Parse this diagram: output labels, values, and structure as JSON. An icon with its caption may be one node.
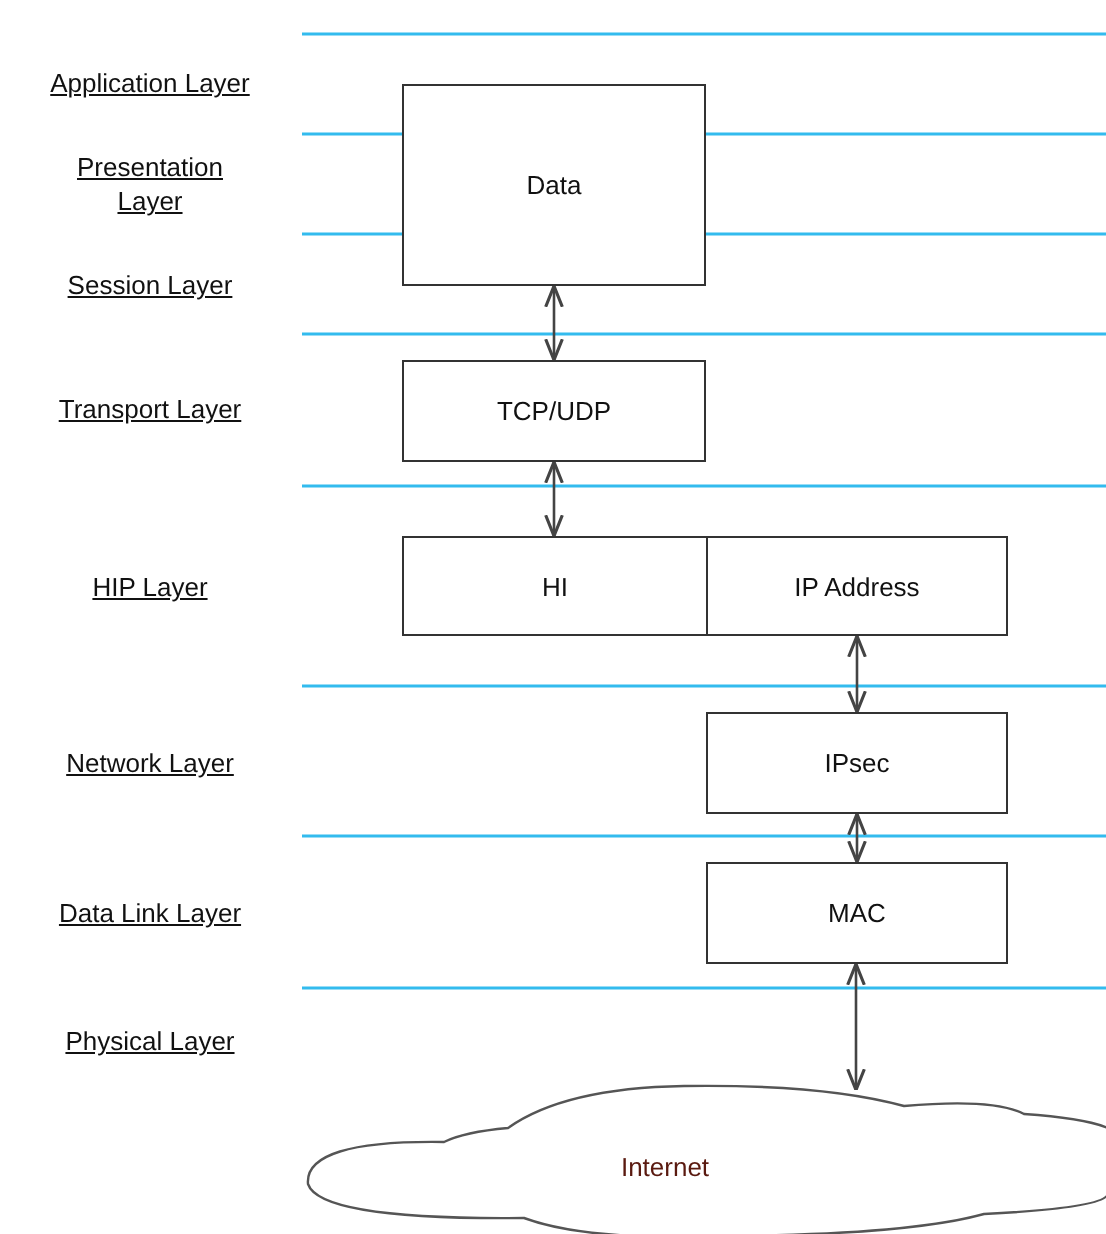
{
  "diagram": {
    "nodes": [
      {
        "text": [
          "Data"
        ]
      },
      {
        "text": [
          "TCP/UDP"
        ]
      },
      {
        "text": [
          "HI"
        ]
      },
      {
        "text": [
          "IP Address"
        ]
      },
      {
        "text": [
          "IPsec"
        ]
      },
      {
        "text": [
          "MAC"
        ]
      },
      {
        "text": [
          "Internet"
        ]
      }
    ],
    "edges": [
      {
        "from": 0,
        "to": 1,
        "arrow": "both"
      },
      {
        "from": 1,
        "to": 2,
        "arrow": "both"
      },
      {
        "from": 3,
        "to": 4,
        "arrow": "both"
      },
      {
        "from": 4,
        "to": 5,
        "arrow": "both"
      },
      {
        "from": 5,
        "to": 6,
        "arrow": "both"
      }
    ],
    "labels": [
      "Application Layer",
      "Presentation Layer",
      "Session Layer",
      "Transport Layer",
      "HIP Layer",
      "Network Layer",
      "Data Link Layer",
      "Physical Layer"
    ]
  }
}
